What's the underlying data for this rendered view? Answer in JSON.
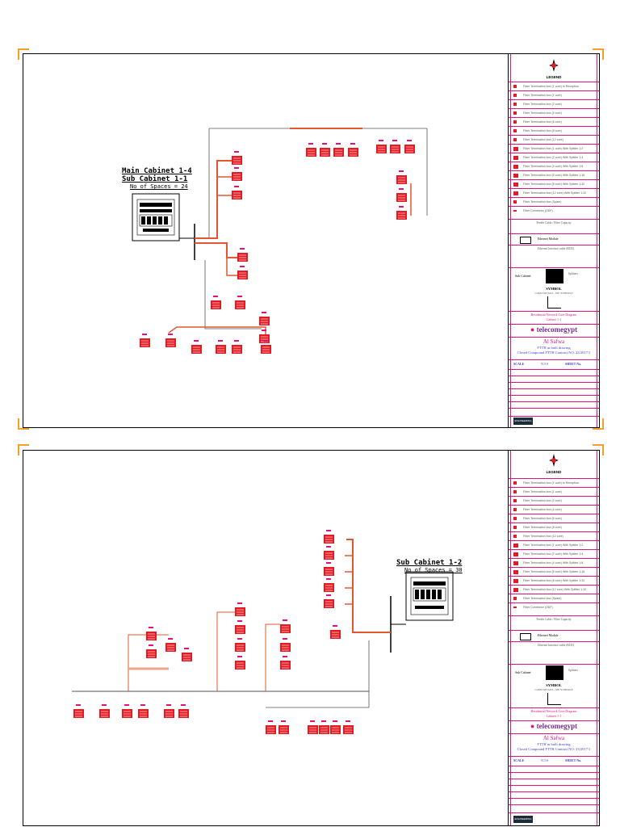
{
  "sheets": [
    {
      "cabinet_title_line1": "Main Cabinet 1-4",
      "cabinet_title_line2": "Sub Cabinet 1-1",
      "cabinet_spaces": "No of Spaces = 24"
    },
    {
      "cabinet_title_line1": "",
      "cabinet_title_line2": "Sub Cabinet 1-2",
      "cabinet_spaces": "No of Spaces = 30"
    }
  ],
  "title_block": {
    "legend_title": "LEGEND",
    "legend_rows": [
      "Fiber Termination box (1 core) in Reception",
      "Fiber Termination box (1 core)",
      "Fiber Termination box (2 core)",
      "Fiber Termination box (4 core)",
      "Fiber Termination box (6 core)",
      "Fiber Termination box (8 core)",
      "Fiber Termination box (12 core)",
      "Fiber Termination box (1 core) With Splitter 1:2",
      "Fiber Termination box (2 core) With Splitter 1:4",
      "Fiber Termination box (4 core) With Splitter 1:8",
      "Fiber Termination box (6 core) With Splitter 1:16",
      "Fiber Termination box (8 core) With Splitter 1:32",
      "Fiber Termination box (12 core) With Splitter 1:32",
      "Fiber Termination box (Spare)",
      "Fiber Connector (ODF)"
    ],
    "feeder_note": "Feeder Cable / Fiber Capacity",
    "ethernet_label": "Ethernet Module",
    "ethernet_desc": "Ethernet Interface cable (RJ45)",
    "sub_cabinet_label": "Sub Cabinet",
    "sub_cabinet_legend": "Splitters",
    "symbol_caption": "SYMBOL",
    "symbol_sub": "CABLE DETAILS - SEE SCHEDULE",
    "project_line": "Residential Network Core Diagram",
    "building": "Cabinet 1-1",
    "company": "telecomegypt",
    "site_name": "Al Safwa",
    "drawing_title": "FTTH as built drawing",
    "contract": "Closed Compound FTTH Contract NO: 23/2017/1",
    "scale_label": "SCALE",
    "scale_value": "N.T.S",
    "sheet_label": "SHEET No.",
    "logo_text": "ENGINEERING"
  }
}
